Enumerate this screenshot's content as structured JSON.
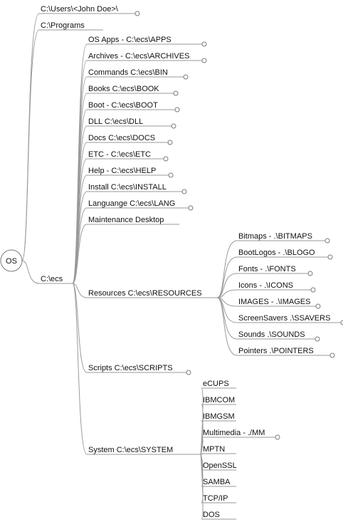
{
  "mindmap": {
    "root": "OS",
    "children": [
      {
        "label": "C:\\Users\\<John Doe>\\",
        "collapsed": true
      },
      {
        "label": "C:\\Programs"
      },
      {
        "label": "C:\\ecs",
        "children": [
          {
            "label": "OS Apps - C:\\ecs\\APPS",
            "collapsed": true
          },
          {
            "label": "Archives - C:\\ecs\\ARCHIVES",
            "collapsed": true
          },
          {
            "label": "Commands C:\\ecs\\BIN",
            "collapsed": true
          },
          {
            "label": "Books C:\\ecs\\BOOK",
            "collapsed": true
          },
          {
            "label": "Boot - C:\\ecs\\BOOT",
            "collapsed": true
          },
          {
            "label": "DLL C:\\ecs\\DLL",
            "collapsed": true
          },
          {
            "label": "Docs C:\\ecs\\DOCS",
            "collapsed": true
          },
          {
            "label": "ETC - C:\\ecs\\ETC",
            "collapsed": true
          },
          {
            "label": "Help - C:\\ecs\\HELP",
            "collapsed": true
          },
          {
            "label": "Install C:\\ecs\\INSTALL",
            "collapsed": true
          },
          {
            "label": "Languange C:\\ecs\\LANG",
            "collapsed": true
          },
          {
            "label": "Maintenance Desktop"
          },
          {
            "label": "Resources C:\\ecs\\RESOURCES",
            "children": [
              {
                "label": "Bitmaps - .\\BITMAPS",
                "collapsed": true
              },
              {
                "label": "BootLogos - .\\BLOGO",
                "collapsed": true
              },
              {
                "label": "Fonts - .\\FONTS",
                "collapsed": true
              },
              {
                "label": "Icons - .\\ICONS",
                "collapsed": true
              },
              {
                "label": "IMAGES - .\\IMAGES",
                "collapsed": true
              },
              {
                "label": "ScreenSavers .\\SSAVERS",
                "collapsed": true
              },
              {
                "label": "Sounds .\\SOUNDS",
                "collapsed": true
              },
              {
                "label": "Pointers  .\\POINTERS",
                "collapsed": true
              }
            ]
          },
          {
            "label": "Scripts C:\\ecs\\SCRIPTS",
            "collapsed": true
          },
          {
            "label": "System C:\\ecs\\SYSTEM",
            "children": [
              {
                "label": "eCUPS"
              },
              {
                "label": "IBMCOM"
              },
              {
                "label": "IBMGSM"
              },
              {
                "label": "Multimedia - ./MM",
                "collapsed": true
              },
              {
                "label": "MPTN"
              },
              {
                "label": "OpenSSL"
              },
              {
                "label": "SAMBA"
              },
              {
                "label": "TCP/IP"
              },
              {
                "label": "DOS"
              }
            ]
          }
        ]
      }
    ]
  }
}
